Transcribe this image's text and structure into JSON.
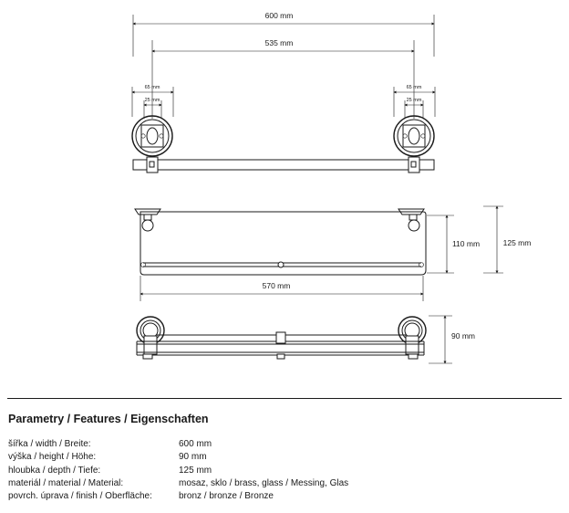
{
  "dimensions": {
    "overall_width": "600 mm",
    "mount_spacing": "535 mm",
    "bracket_outer_left": "65 mm",
    "bracket_inner_left": "25 mm",
    "bracket_outer_right": "65 mm",
    "bracket_inner_right": "25 mm",
    "glass_width": "570 mm",
    "glass_height": "110 mm",
    "total_height": "125 mm",
    "depth": "90 mm"
  },
  "specs": {
    "title": "Parametry / Features / Eigenschaften",
    "rows": [
      {
        "label": "šířka / width / Breite:",
        "value": "600 mm"
      },
      {
        "label": "výška / height / Höhe:",
        "value": "90 mm"
      },
      {
        "label": "hloubka / depth / Tiefe:",
        "value": "125 mm"
      },
      {
        "label": "materiál / material / Material:",
        "value": "mosaz, sklo / brass, glass / Messing, Glas"
      },
      {
        "label": "povrch. úprava / finish / Oberfläche:",
        "value": "bronz / bronze / Bronze"
      }
    ]
  }
}
